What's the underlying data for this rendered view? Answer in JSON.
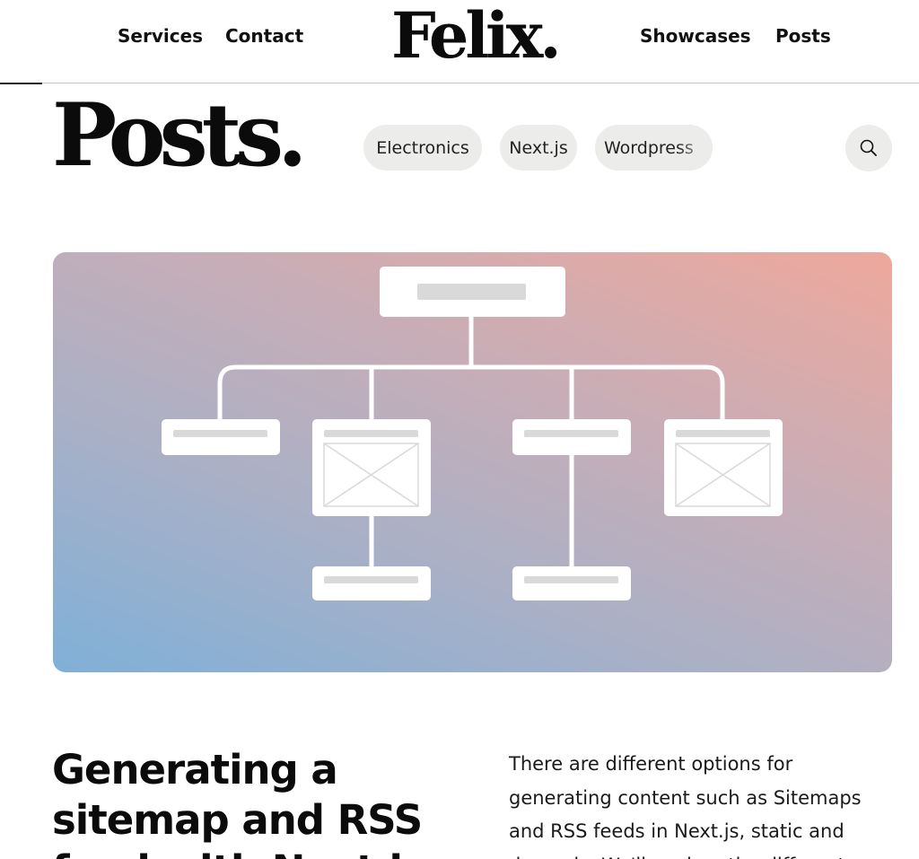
{
  "header": {
    "logo": "Felix.",
    "nav_left": [
      "Services",
      "Contact"
    ],
    "nav_right": [
      "Showcases",
      "Posts"
    ]
  },
  "page": {
    "title": "Posts."
  },
  "tags": [
    "Electronics",
    "Next.js",
    "Wordpress"
  ],
  "search": {
    "icon": "search-icon"
  },
  "featured_post": {
    "image_icon": "sitemap-illustration",
    "title": "Generating a sitemap and RSS feed with Next.js",
    "excerpt": "There are different options for generating content such as Sitemaps and RSS feeds in Next.js, static and dynamic. We'll explore the different"
  },
  "colors": {
    "gradient_start": "#7fb0d8",
    "gradient_end": "#eea89c",
    "tag_background": "#ececea"
  }
}
